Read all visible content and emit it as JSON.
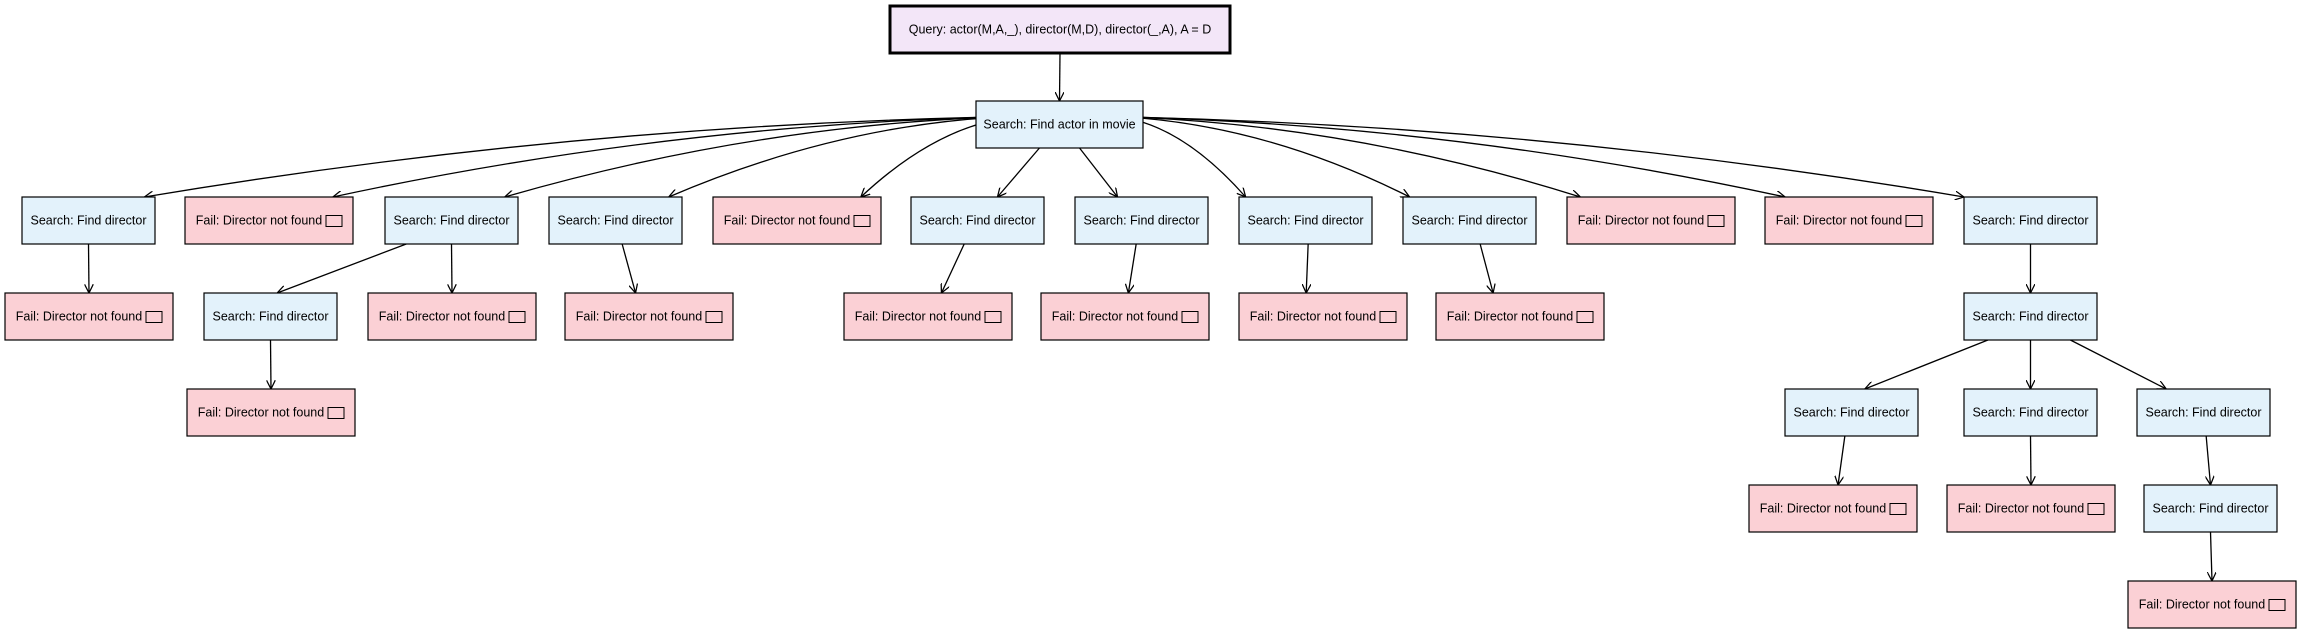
{
  "colors": {
    "query_fill": "#f3e6f8",
    "search_fill": "#e3f2fb",
    "fail_fill": "#fbd0d5",
    "stroke": "#000000",
    "edge": "#000000"
  },
  "nodes": [
    {
      "id": "query",
      "kind": "query",
      "label": "Query: actor(M,A,_), director(M,D), director(_,A), A = D"
    },
    {
      "id": "root",
      "kind": "search",
      "label": "Search: Find actor in movie"
    },
    {
      "id": "s1",
      "kind": "search",
      "label": "Search: Find director"
    },
    {
      "id": "f1",
      "kind": "fail",
      "label": "Fail: Director not found"
    },
    {
      "id": "s2",
      "kind": "search",
      "label": "Search: Find director"
    },
    {
      "id": "s3",
      "kind": "search",
      "label": "Search: Find director"
    },
    {
      "id": "f2",
      "kind": "fail",
      "label": "Fail: Director not found"
    },
    {
      "id": "s4",
      "kind": "search",
      "label": "Search: Find director"
    },
    {
      "id": "s5",
      "kind": "search",
      "label": "Search: Find director"
    },
    {
      "id": "s6",
      "kind": "search",
      "label": "Search: Find director"
    },
    {
      "id": "s7",
      "kind": "search",
      "label": "Search: Find director"
    },
    {
      "id": "f3",
      "kind": "fail",
      "label": "Fail: Director not found"
    },
    {
      "id": "f4",
      "kind": "fail",
      "label": "Fail: Director not found"
    },
    {
      "id": "s8",
      "kind": "search",
      "label": "Search: Find director"
    },
    {
      "id": "s1f",
      "kind": "fail",
      "label": "Fail: Director not found"
    },
    {
      "id": "s2a",
      "kind": "search",
      "label": "Search: Find director"
    },
    {
      "id": "s2f",
      "kind": "fail",
      "label": "Fail: Director not found"
    },
    {
      "id": "s2af",
      "kind": "fail",
      "label": "Fail: Director not found"
    },
    {
      "id": "s3f",
      "kind": "fail",
      "label": "Fail: Director not found"
    },
    {
      "id": "s4f",
      "kind": "fail",
      "label": "Fail: Director not found"
    },
    {
      "id": "s5f",
      "kind": "fail",
      "label": "Fail: Director not found"
    },
    {
      "id": "s6f",
      "kind": "fail",
      "label": "Fail: Director not found"
    },
    {
      "id": "s7f",
      "kind": "fail",
      "label": "Fail: Director not found"
    },
    {
      "id": "s8a",
      "kind": "search",
      "label": "Search: Find director"
    },
    {
      "id": "s8b1",
      "kind": "search",
      "label": "Search: Find director"
    },
    {
      "id": "s8b2",
      "kind": "search",
      "label": "Search: Find director"
    },
    {
      "id": "s8b3",
      "kind": "search",
      "label": "Search: Find director"
    },
    {
      "id": "s8b1f",
      "kind": "fail",
      "label": "Fail: Director not found"
    },
    {
      "id": "s8b2f",
      "kind": "fail",
      "label": "Fail: Director not found"
    },
    {
      "id": "s8b3a",
      "kind": "search",
      "label": "Search: Find director"
    },
    {
      "id": "s8b3af",
      "kind": "fail",
      "label": "Fail: Director not found"
    }
  ],
  "edges": [
    [
      "query",
      "root"
    ],
    [
      "root",
      "s1"
    ],
    [
      "root",
      "f1"
    ],
    [
      "root",
      "s2"
    ],
    [
      "root",
      "s3"
    ],
    [
      "root",
      "f2"
    ],
    [
      "root",
      "s4"
    ],
    [
      "root",
      "s5"
    ],
    [
      "root",
      "s6"
    ],
    [
      "root",
      "s7"
    ],
    [
      "root",
      "f3"
    ],
    [
      "root",
      "f4"
    ],
    [
      "root",
      "s8"
    ],
    [
      "s1",
      "s1f"
    ],
    [
      "s2",
      "s2a"
    ],
    [
      "s2",
      "s2f"
    ],
    [
      "s2a",
      "s2af"
    ],
    [
      "s3",
      "s3f"
    ],
    [
      "s4",
      "s4f"
    ],
    [
      "s5",
      "s5f"
    ],
    [
      "s6",
      "s6f"
    ],
    [
      "s7",
      "s7f"
    ],
    [
      "s8",
      "s8a"
    ],
    [
      "s8a",
      "s8b1"
    ],
    [
      "s8a",
      "s8b2"
    ],
    [
      "s8a",
      "s8b3"
    ],
    [
      "s8b1",
      "s8b1f"
    ],
    [
      "s8b2",
      "s8b2f"
    ],
    [
      "s8b3",
      "s8b3a"
    ],
    [
      "s8b3a",
      "s8b3af"
    ]
  ]
}
